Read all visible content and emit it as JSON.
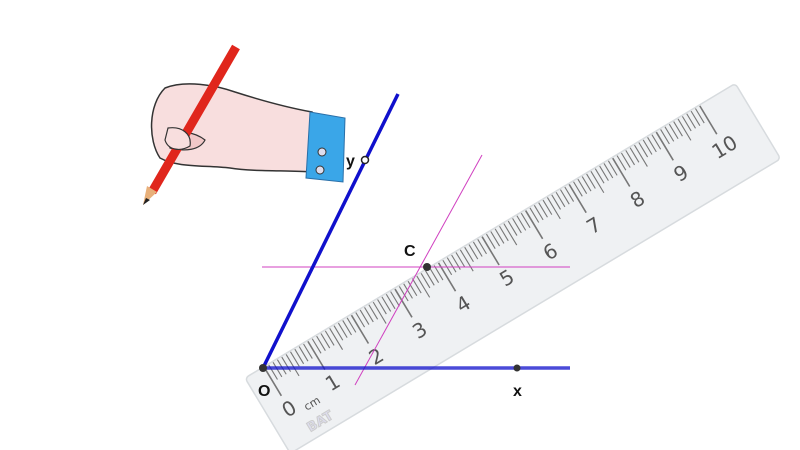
{
  "figure": {
    "points": {
      "origin": "O",
      "x_point": "x",
      "y_point": "y",
      "c_point": "C"
    },
    "colors": {
      "angle_rays": "#1010cc",
      "construction_lines": "#d040c0",
      "ruler": "#eef0f2",
      "ticks": "#777777",
      "pencil": "#e0261c",
      "cuff": "#3aa6e8"
    }
  },
  "ruler": {
    "labels": [
      "0",
      "1",
      "2",
      "3",
      "4",
      "5",
      "6",
      "7",
      "8",
      "9",
      "10"
    ],
    "unit": "cm",
    "brand": "BAT"
  },
  "illustration": {
    "icon": "hand-holding-pencil-icon"
  }
}
